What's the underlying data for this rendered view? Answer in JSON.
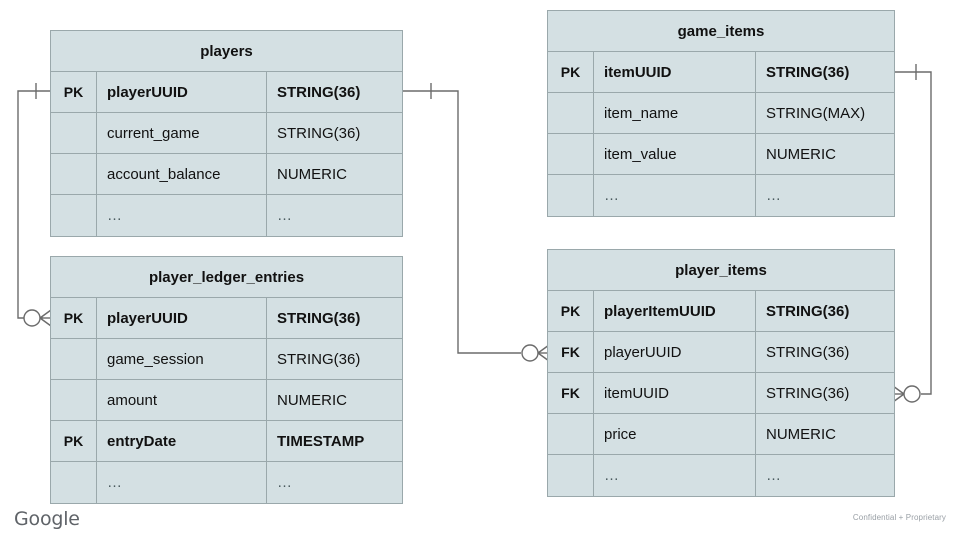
{
  "diagram": {
    "type": "entity-relationship-diagram",
    "notation": "crow's-foot",
    "colors": {
      "entity_fill": "#d4e0e3",
      "entity_border": "#9aa8ab",
      "connector": "#6b6b6b",
      "text": "#111111",
      "page_background": "#ffffff"
    }
  },
  "entities": [
    {
      "id": "players",
      "title": "players",
      "columns": [
        {
          "key": "PK",
          "name": "playerUUID",
          "type": "STRING(36)",
          "bold": true
        },
        {
          "key": "",
          "name": "current_game",
          "type": "STRING(36)",
          "bold": false
        },
        {
          "key": "",
          "name": "account_balance",
          "type": "NUMERIC",
          "bold": false
        },
        {
          "key": "",
          "name": "…",
          "type": "…",
          "bold": false
        }
      ]
    },
    {
      "id": "player_ledger_entries",
      "title": "player_ledger_entries",
      "columns": [
        {
          "key": "PK",
          "name": "playerUUID",
          "type": "STRING(36)",
          "bold": true
        },
        {
          "key": "",
          "name": "game_session",
          "type": "STRING(36)",
          "bold": false
        },
        {
          "key": "",
          "name": "amount",
          "type": "NUMERIC",
          "bold": false
        },
        {
          "key": "PK",
          "name": "entryDate",
          "type": "TIMESTAMP",
          "bold": true
        },
        {
          "key": "",
          "name": "…",
          "type": "…",
          "bold": false
        }
      ]
    },
    {
      "id": "game_items",
      "title": "game_items",
      "columns": [
        {
          "key": "PK",
          "name": "itemUUID",
          "type": "STRING(36)",
          "bold": true
        },
        {
          "key": "",
          "name": "item_name",
          "type": "STRING(MAX)",
          "bold": false
        },
        {
          "key": "",
          "name": "item_value",
          "type": "NUMERIC",
          "bold": false
        },
        {
          "key": "",
          "name": "…",
          "type": "…",
          "bold": false
        }
      ]
    },
    {
      "id": "player_items",
      "title": "player_items",
      "columns": [
        {
          "key": "PK",
          "name": "playerItemUUID",
          "type": "STRING(36)",
          "bold": true
        },
        {
          "key": "FK",
          "name": "playerUUID",
          "type": "STRING(36)",
          "bold": false
        },
        {
          "key": "FK",
          "name": "itemUUID",
          "type": "STRING(36)",
          "bold": false
        },
        {
          "key": "",
          "name": "price",
          "type": "NUMERIC",
          "bold": false
        },
        {
          "key": "",
          "name": "…",
          "type": "…",
          "bold": false
        }
      ]
    }
  ],
  "relationships": [
    {
      "id": "players-to-ledger",
      "from_entity": "players",
      "from_column": "playerUUID",
      "from_cardinality": "one",
      "to_entity": "player_ledger_entries",
      "to_column": "playerUUID",
      "to_cardinality": "zero-or-many",
      "route": "left"
    },
    {
      "id": "players-to-player-items",
      "from_entity": "players",
      "from_column": "playerUUID",
      "from_cardinality": "one",
      "to_entity": "player_items",
      "to_column": "playerUUID",
      "to_cardinality": "zero-or-many",
      "route": "middle"
    },
    {
      "id": "game-items-to-player-items",
      "from_entity": "game_items",
      "from_column": "itemUUID",
      "from_cardinality": "one",
      "to_entity": "player_items",
      "to_column": "itemUUID",
      "to_cardinality": "zero-or-many",
      "route": "right"
    }
  ],
  "footer": {
    "logo_text": "Google",
    "confidentiality_note": "Confidential + Proprietary"
  }
}
